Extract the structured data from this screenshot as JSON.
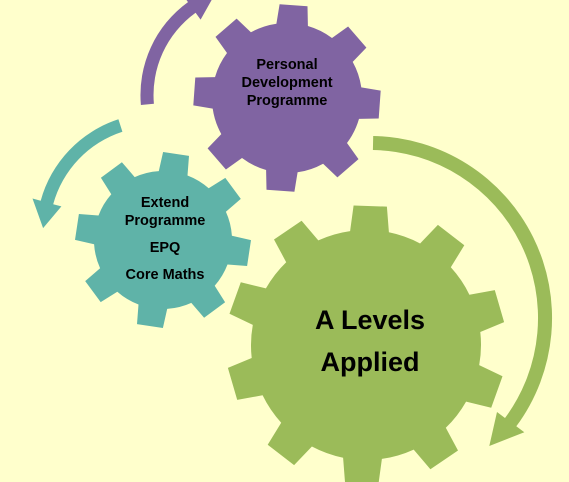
{
  "diagram": {
    "gears": [
      {
        "id": "personal-development",
        "lines": [
          "Personal",
          "Development",
          "Programme"
        ],
        "color": "#8064a2"
      },
      {
        "id": "extend",
        "lines": [
          "Extend",
          "Programme",
          "EPQ",
          "Core Maths"
        ],
        "color": "#5fb3a8"
      },
      {
        "id": "a-levels",
        "lines": [
          "A Levels",
          "Applied"
        ],
        "color": "#9bbb59"
      }
    ],
    "arrows": [
      {
        "id": "purple-arrow",
        "color": "#8064a2",
        "direction": "up"
      },
      {
        "id": "teal-arrow",
        "color": "#5fb3a8",
        "direction": "down"
      },
      {
        "id": "green-arrow",
        "color": "#9bbb59",
        "direction": "down"
      }
    ],
    "background": "#ffffcc"
  }
}
